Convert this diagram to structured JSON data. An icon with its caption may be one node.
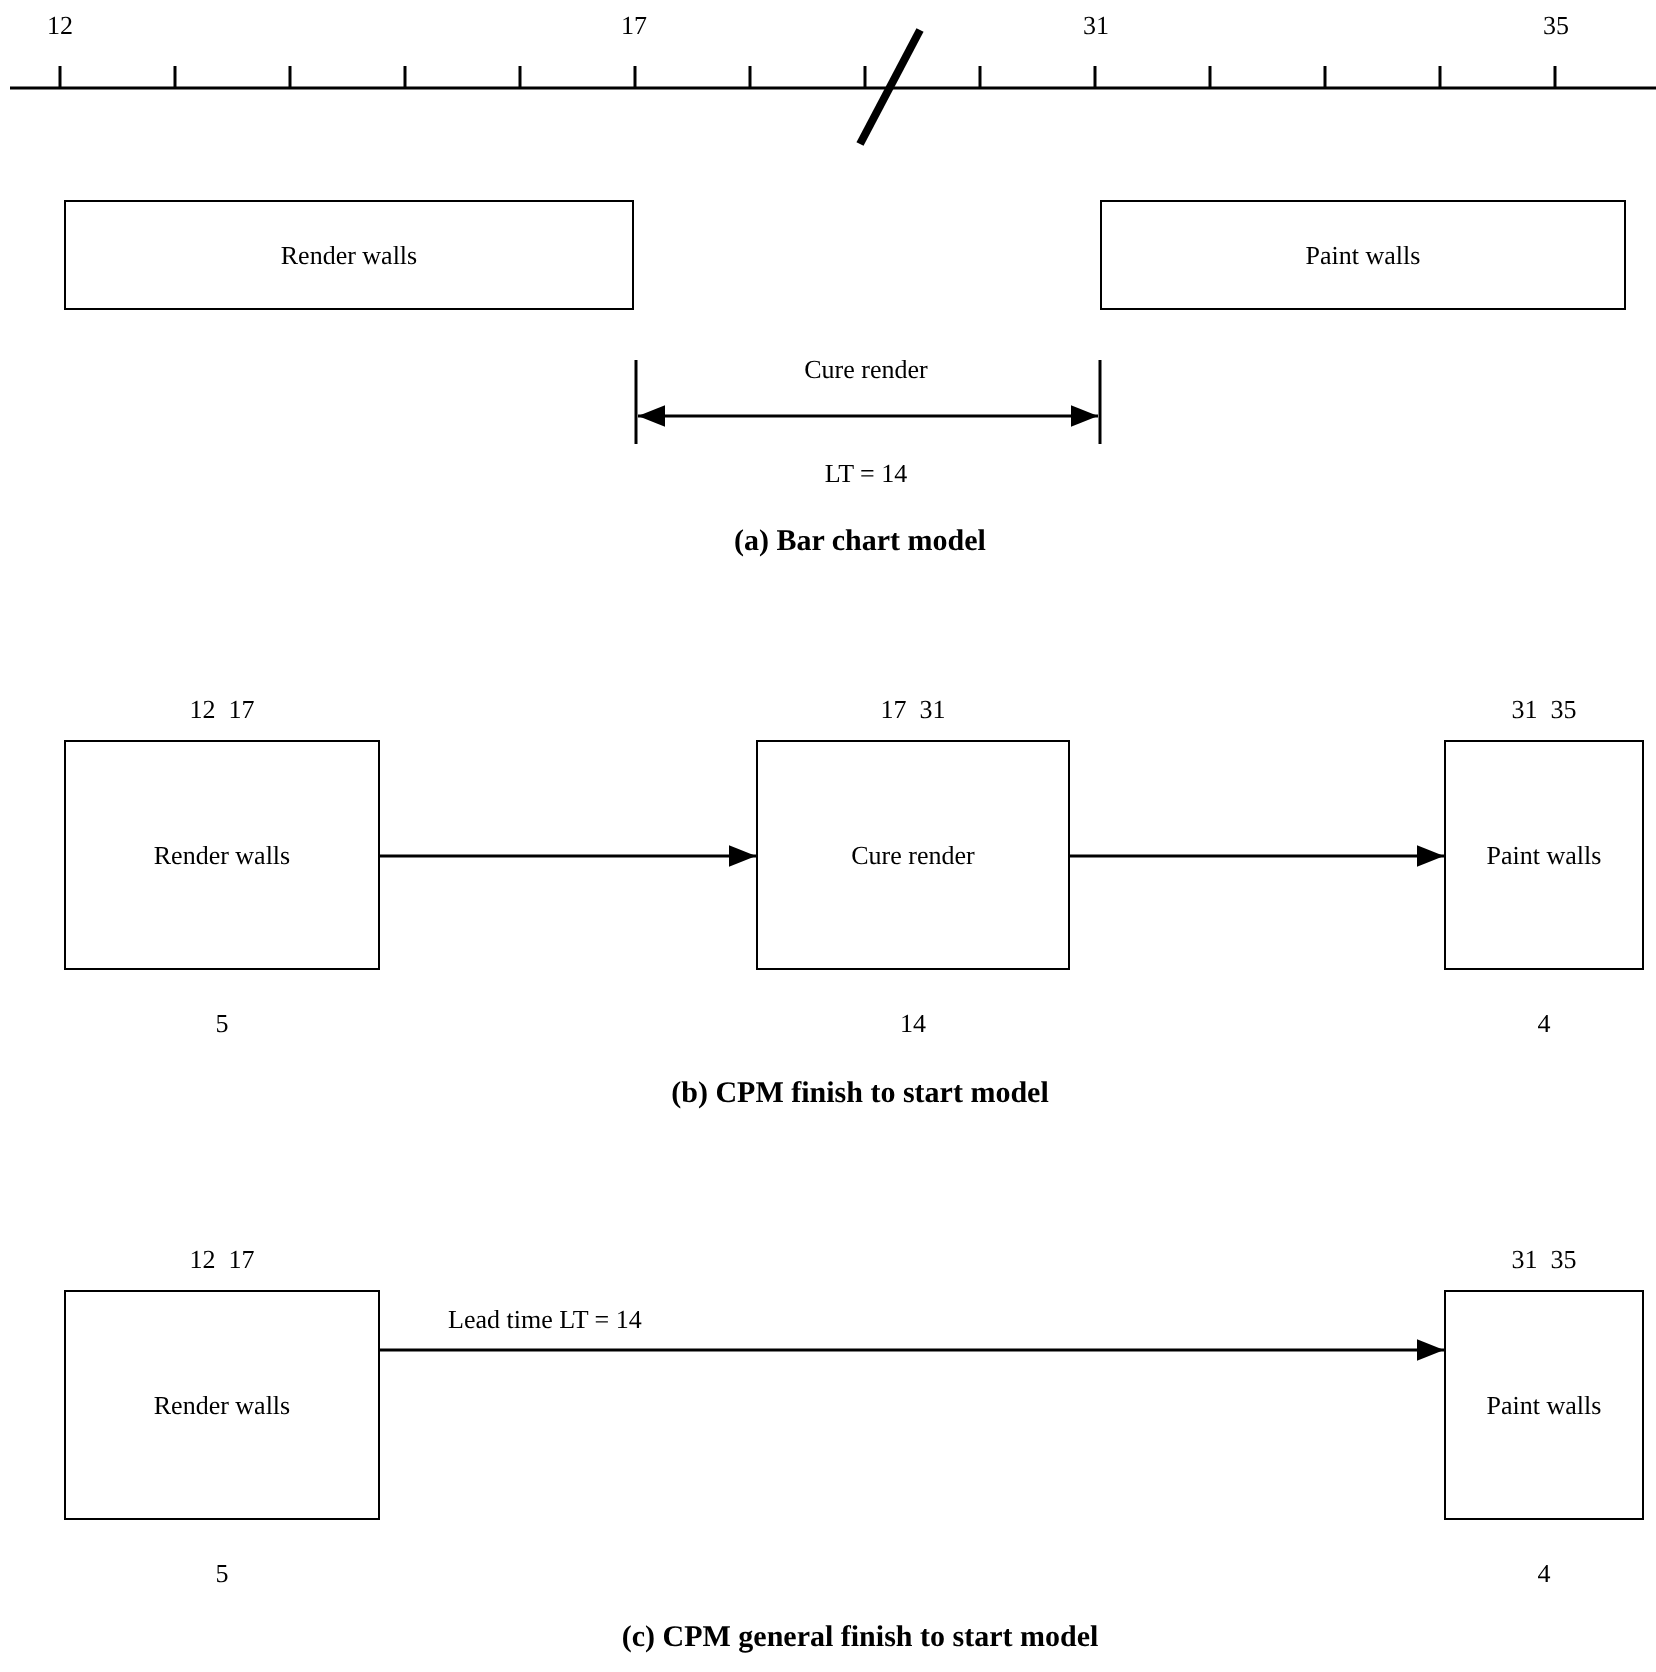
{
  "diagram": {
    "nodes": [
      {
        "text": [
          "Render walls"
        ]
      },
      {
        "text": [
          "Paint walls"
        ]
      },
      {
        "text": [
          "Render walls"
        ],
        "beside": [
          "12  17",
          "5"
        ]
      },
      {
        "text": [
          "Cure render"
        ],
        "beside": [
          "17  31",
          "14"
        ]
      },
      {
        "text": [
          "Paint walls"
        ],
        "beside": [
          "31  35",
          "4"
        ]
      },
      {
        "text": [
          "Render walls"
        ],
        "beside": [
          "12  17",
          "5"
        ]
      },
      {
        "text": [
          "Paint walls"
        ],
        "beside": [
          "31  35",
          "4"
        ]
      }
    ],
    "edges": [
      {
        "from": 2,
        "to": 3,
        "arrow": "to"
      },
      {
        "from": 3,
        "to": 4,
        "arrow": "to"
      },
      {
        "from": 5,
        "to": 6,
        "arrow": "to",
        "label": "Lead time LT = 14"
      }
    ],
    "labels": [
      "12",
      "17",
      "31",
      "35",
      "Cure render",
      "LT = 14",
      "(a)  Bar chart model",
      "(b)  CPM finish to start model",
      "(c)  CPM general finish to start model"
    ]
  }
}
